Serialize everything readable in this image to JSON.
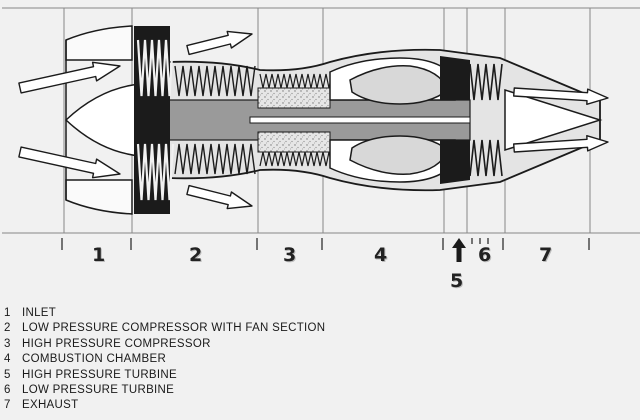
{
  "sections": [
    {
      "number": "1"
    },
    {
      "number": "2"
    },
    {
      "number": "3"
    },
    {
      "number": "4"
    },
    {
      "number": "5"
    },
    {
      "number": "6"
    },
    {
      "number": "7"
    }
  ],
  "legend": [
    {
      "number": "1",
      "label": "INLET"
    },
    {
      "number": "2",
      "label": "LOW PRESSURE COMPRESSOR WITH FAN SECTION"
    },
    {
      "number": "3",
      "label": "HIGH PRESSURE COMPRESSOR"
    },
    {
      "number": "4",
      "label": "COMBUSTION CHAMBER"
    },
    {
      "number": "5",
      "label": "HIGH PRESSURE TURBINE"
    },
    {
      "number": "6",
      "label": "LOW PRESSURE TURBINE"
    },
    {
      "number": "7",
      "label": "EXHAUST"
    }
  ],
  "colors": {
    "ink": "#1b1b1b",
    "shaft": "#9a9a9a",
    "casing": "#e4e4e4",
    "chamber": "#ffffff",
    "compressor-fill": "#d2d2d2"
  }
}
